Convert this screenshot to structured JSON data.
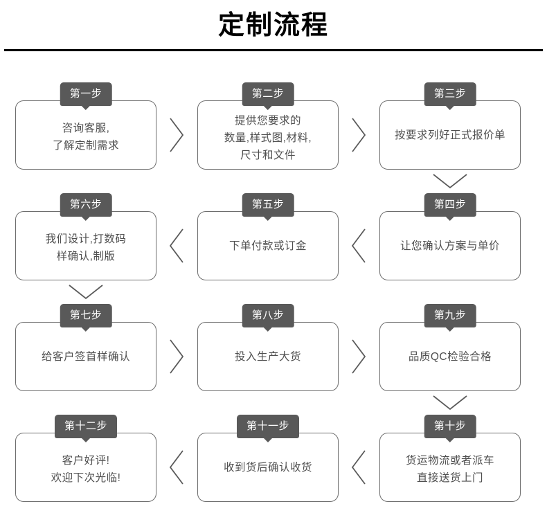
{
  "header": {
    "title": "定制流程"
  },
  "flow": {
    "steps": [
      {
        "tab": "第一步",
        "lines": [
          "咨询客服,",
          "了解定制需求"
        ],
        "row": 1,
        "col": 1
      },
      {
        "tab": "第二步",
        "lines": [
          "提供您要求的",
          "数量,样式图,材料,",
          "尺寸和文件"
        ],
        "row": 1,
        "col": 2
      },
      {
        "tab": "第三步",
        "lines": [
          "按要求列好正式报价单"
        ],
        "row": 1,
        "col": 3
      },
      {
        "tab": "第四步",
        "lines": [
          "让您确认方案与单价"
        ],
        "row": 2,
        "col": 3
      },
      {
        "tab": "第五步",
        "lines": [
          "下单付款或订金"
        ],
        "row": 2,
        "col": 2
      },
      {
        "tab": "第六步",
        "lines": [
          "我们设计,打数码",
          "样确认,制版"
        ],
        "row": 2,
        "col": 1
      },
      {
        "tab": "第七步",
        "lines": [
          "给客户签首样确认"
        ],
        "row": 3,
        "col": 1
      },
      {
        "tab": "第八步",
        "lines": [
          "投入生产大货"
        ],
        "row": 3,
        "col": 2
      },
      {
        "tab": "第九步",
        "lines": [
          "品质QC检验合格"
        ],
        "row": 3,
        "col": 3
      },
      {
        "tab": "第十步",
        "lines": [
          "货运物流或者派车",
          "直接送货上门"
        ],
        "row": 4,
        "col": 3
      },
      {
        "tab": "第十一步",
        "lines": [
          "收到货后确认收货"
        ],
        "row": 4,
        "col": 2
      },
      {
        "tab": "第十二步",
        "lines": [
          "客户好评!",
          "欢迎下次光临!"
        ],
        "row": 4,
        "col": 1
      }
    ],
    "connectors": [
      {
        "name": "chevron-right-step1-step2",
        "direction": "right"
      },
      {
        "name": "chevron-right-step2-step3",
        "direction": "right"
      },
      {
        "name": "chevron-down-step3-step4",
        "direction": "down"
      },
      {
        "name": "chevron-left-step4-step5",
        "direction": "left"
      },
      {
        "name": "chevron-left-step5-step6",
        "direction": "left"
      },
      {
        "name": "chevron-down-step6-step7",
        "direction": "down"
      },
      {
        "name": "chevron-right-step7-step8",
        "direction": "right"
      },
      {
        "name": "chevron-right-step8-step9",
        "direction": "right"
      },
      {
        "name": "chevron-down-step9-step10",
        "direction": "down"
      },
      {
        "name": "chevron-left-step10-step11",
        "direction": "left"
      },
      {
        "name": "chevron-left-step11-step12",
        "direction": "left"
      }
    ]
  },
  "colors": {
    "tab_background": "#595959",
    "tab_text": "#ffffff",
    "box_border": "#6d6d6d",
    "body_text": "#4f4f4f",
    "title_text": "#000000",
    "rule": "#000000",
    "connector": "#5a5a5a",
    "page_background": "#ffffff"
  }
}
